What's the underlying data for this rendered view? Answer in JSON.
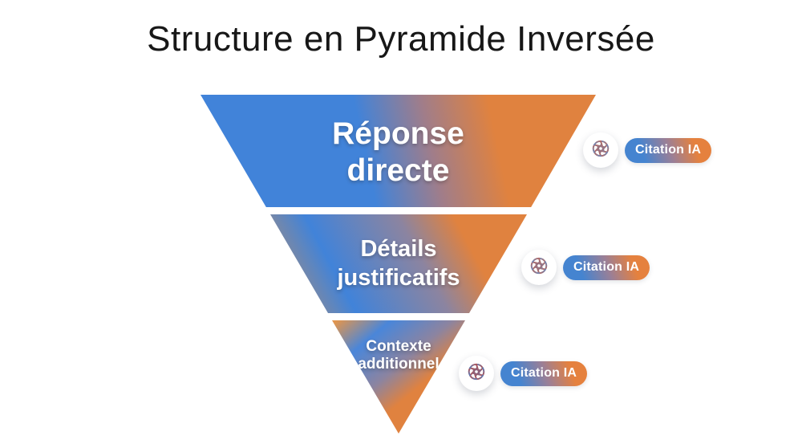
{
  "title": "Structure en Pyramide Inversée",
  "pyramid": {
    "sections": [
      {
        "label": "Réponse directe",
        "lines": "Réponse\ndirecte"
      },
      {
        "label": "Détails justificatifs",
        "lines": "Détails\njustificatifs"
      },
      {
        "label": "Contexte additionnel",
        "lines": "Contexte\nadditionnel"
      }
    ]
  },
  "badges": [
    {
      "label": "Citation IA",
      "icon": "ai-swirl-icon"
    },
    {
      "label": "Citation IA",
      "icon": "ai-swirl-icon"
    },
    {
      "label": "Citation IA",
      "icon": "ai-swirl-icon"
    }
  ],
  "colors": {
    "gradient_blue": "#4183d9",
    "gradient_orange": "#e0823f",
    "title_text": "#171717",
    "label_text": "#ffffff",
    "background": "#ffffff"
  }
}
